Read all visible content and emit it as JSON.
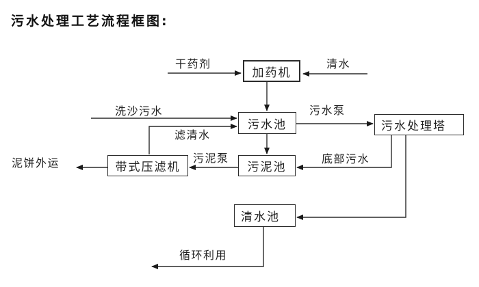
{
  "title": "污水处理工艺流程框图:",
  "colors": {
    "background": "#ffffff",
    "line": "#2b2b2b",
    "text": "#1f1f1f",
    "box_border": "#2b2b2b",
    "box_fill": "#ffffff"
  },
  "nodes": {
    "dosing_machine": "加药机",
    "sewage_pool": "污水池",
    "treatment_tower": "污水处理塔",
    "sludge_pool": "污泥池",
    "belt_filter_press": "带式压滤机",
    "clean_water_pool": "清水池"
  },
  "edge_labels": {
    "dry_agent": "干药剂",
    "clean_water": "清水",
    "sand_wash_sewage": "洗沙污水",
    "filtered_water": "滤清水",
    "sewage_pump": "污水泵",
    "bottom_sewage": "底部污水",
    "sludge_pump": "污泥泵",
    "mud_cake_out": "泥饼外运",
    "recycle": "循环利用"
  },
  "diagram_type": "flowchart"
}
